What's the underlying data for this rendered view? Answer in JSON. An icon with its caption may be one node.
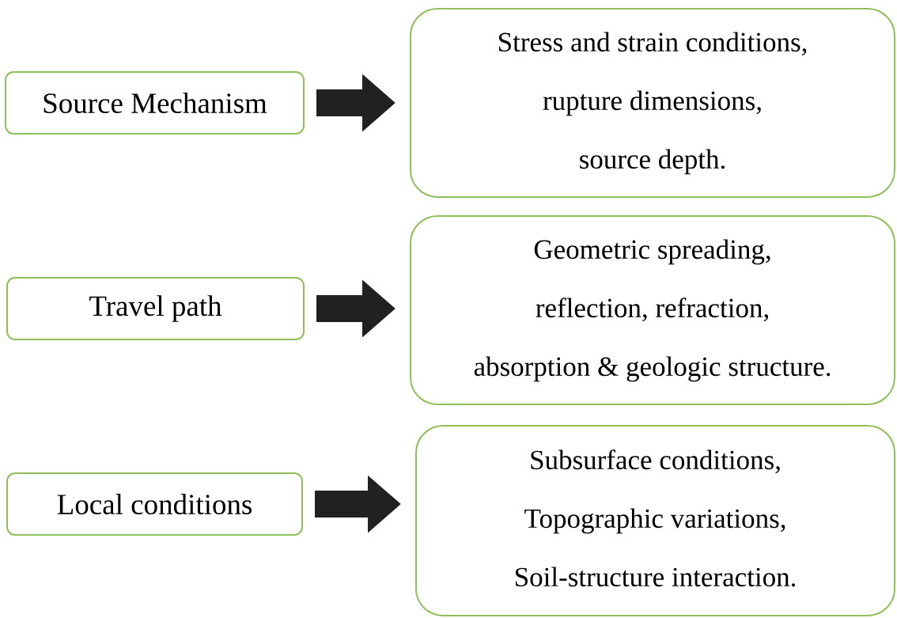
{
  "diagram": {
    "nodes": [
      {
        "text": [
          "Source Mechanism"
        ]
      },
      {
        "text": [
          "Stress and strain conditions,",
          "rupture dimensions,",
          "source depth."
        ]
      },
      {
        "text": [
          "Travel path"
        ]
      },
      {
        "text": [
          "Geometric spreading,",
          "reflection, refraction,",
          "absorption & geologic structure."
        ]
      },
      {
        "text": [
          "Local conditions"
        ]
      },
      {
        "text": [
          "Subsurface conditions,",
          "Topographic variations,",
          "Soil-structure interaction."
        ]
      }
    ],
    "edges": [
      {
        "from": 0,
        "to": 1,
        "arrow": "to"
      },
      {
        "from": 2,
        "to": 3,
        "arrow": "to"
      },
      {
        "from": 4,
        "to": 5,
        "arrow": "to"
      }
    ]
  }
}
